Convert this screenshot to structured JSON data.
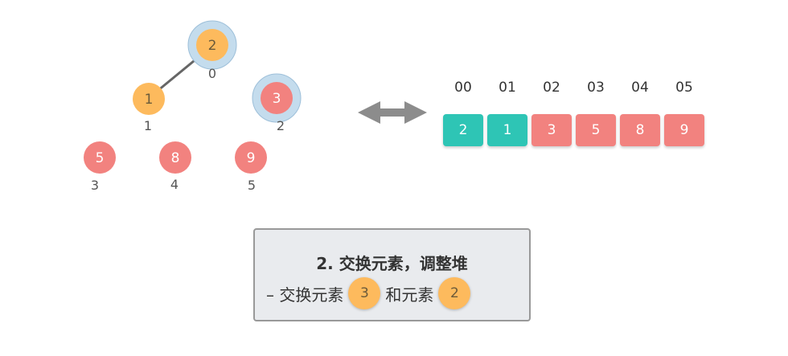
{
  "colors": {
    "orange": "#fdba5d",
    "red": "#f2827f",
    "teal": "#2ec5b5",
    "highlight_ring": "#c4dced",
    "edge": "#666666",
    "arrow": "#8c8c8c"
  },
  "tree": {
    "nodes": [
      {
        "id": "n0",
        "value": "2",
        "index": "0",
        "color": "orange",
        "highlight": true
      },
      {
        "id": "n1",
        "value": "1",
        "index": "1",
        "color": "orange",
        "highlight": false
      },
      {
        "id": "n2",
        "value": "3",
        "index": "2",
        "color": "red",
        "highlight": true
      },
      {
        "id": "n3",
        "value": "5",
        "index": "3",
        "color": "red",
        "highlight": false
      },
      {
        "id": "n4",
        "value": "8",
        "index": "4",
        "color": "red",
        "highlight": false
      },
      {
        "id": "n5",
        "value": "9",
        "index": "5",
        "color": "red",
        "highlight": false
      }
    ],
    "edges": [
      [
        "n0",
        "n1"
      ]
    ]
  },
  "array": {
    "headers": [
      "00",
      "01",
      "02",
      "03",
      "04",
      "05"
    ],
    "cells": [
      {
        "value": "2",
        "color": "teal"
      },
      {
        "value": "1",
        "color": "teal"
      },
      {
        "value": "3",
        "color": "red"
      },
      {
        "value": "5",
        "color": "red"
      },
      {
        "value": "8",
        "color": "red"
      },
      {
        "value": "9",
        "color": "red"
      }
    ]
  },
  "arrow_icon": "double-arrow-icon",
  "caption": {
    "title": "2. 交换元素，调整堆",
    "prefix": "– 交换元素",
    "element_a": "3",
    "middle": "和元素",
    "element_b": "2"
  }
}
